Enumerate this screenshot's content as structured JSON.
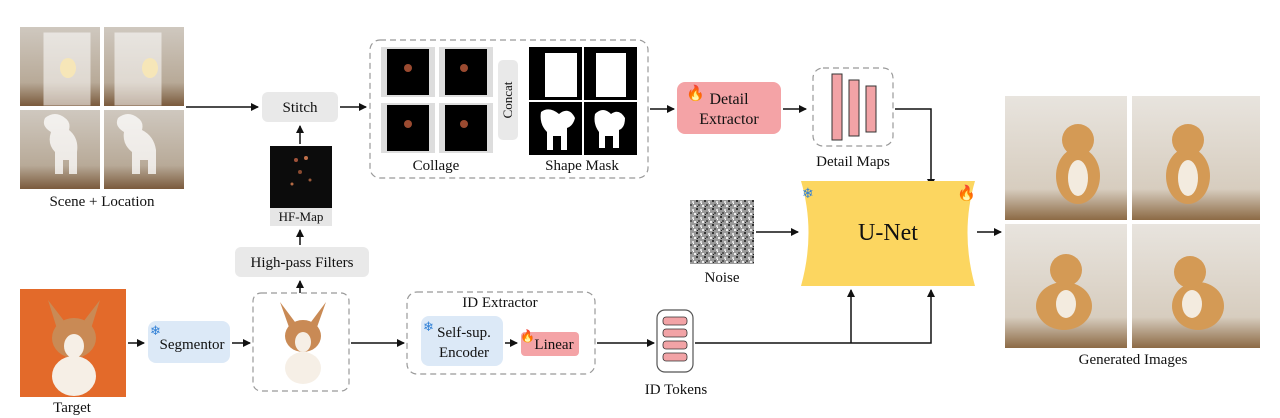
{
  "labels": {
    "scene_location": "Scene + Location",
    "stitch": "Stitch",
    "hf_map": "HF-Map",
    "high_pass": "High-pass Filters",
    "collage": "Collage",
    "concat": "Concat",
    "shape_mask": "Shape Mask",
    "detail_extractor_1": "Detail",
    "detail_extractor_2": "Extractor",
    "detail_maps": "Detail Maps",
    "noise": "Noise",
    "unet": "U-Net",
    "generated": "Generated Images",
    "target": "Target",
    "segmentor": "Segmentor",
    "id_extractor": "ID Extractor",
    "encoder_1": "Self-sup.",
    "encoder_2": "Encoder",
    "linear": "Linear",
    "id_tokens": "ID Tokens"
  },
  "icons": {
    "frozen": "snowflake-icon",
    "trainable": "fire-icon"
  },
  "colors": {
    "gray_box": "#e9e9e9",
    "blue_box": "#dce9f7",
    "red_box": "#f4a3a6",
    "unet": "#fcd660",
    "token": "#f2a3a6",
    "snowflake": "#2f7fd6",
    "fire": "#e23a2a"
  }
}
